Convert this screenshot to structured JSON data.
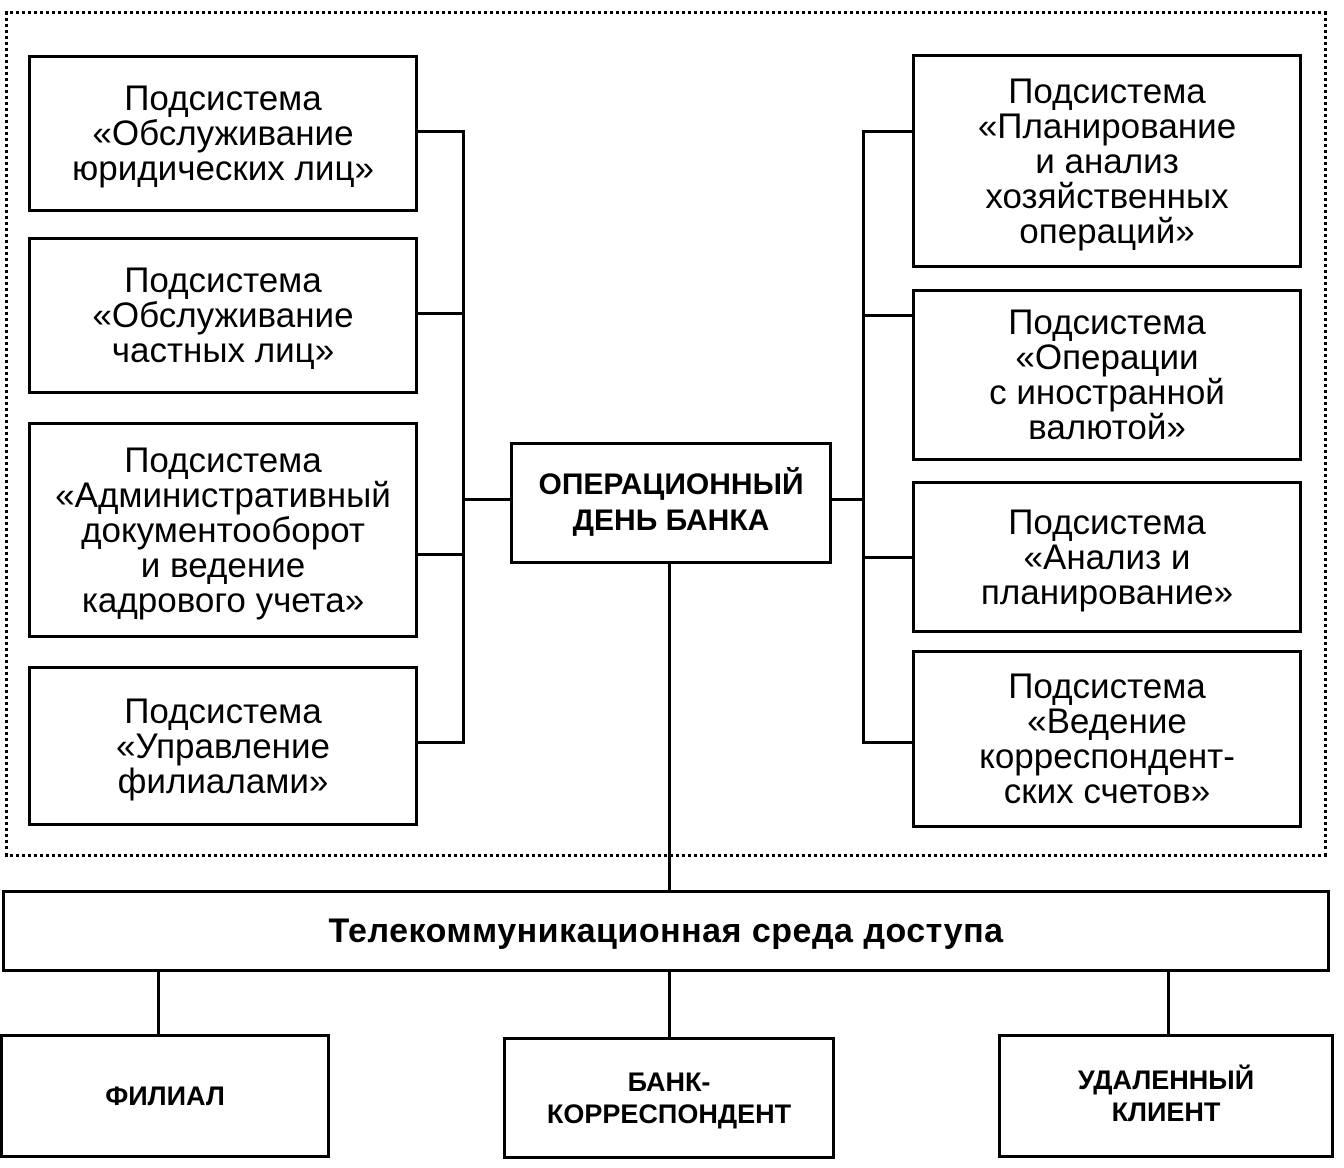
{
  "left_subsystems": [
    "Подсистема\n«Обслуживание\nюридических лиц»",
    "Подсистема\n«Обслуживание\nчастных лиц»",
    "Подсистема\n«Административный\nдокументооборот\nи ведение\nкадрового учета»",
    "Подсистема\n«Управление\nфилиалами»"
  ],
  "right_subsystems": [
    "Подсистема\n«Планирование\nи анализ\nхозяйственных\nопераций»",
    "Подсистема\n«Операции\nс иностранной\nвалютой»",
    "Подсистема\n«Анализ и\nпланирование»",
    "Подсистема\n«Ведение\nкорреспондент-\nских счетов»"
  ],
  "center": "ОПЕРАЦИОННЫЙ\nДЕНЬ БАНКА",
  "telecom": "Телекоммуникационная среда доступа",
  "bottom": [
    "ФИЛИАЛ",
    "БАНК-\nКОРРЕСПОНДЕНТ",
    "УДАЛЕННЫЙ\nКЛИЕНТ"
  ]
}
